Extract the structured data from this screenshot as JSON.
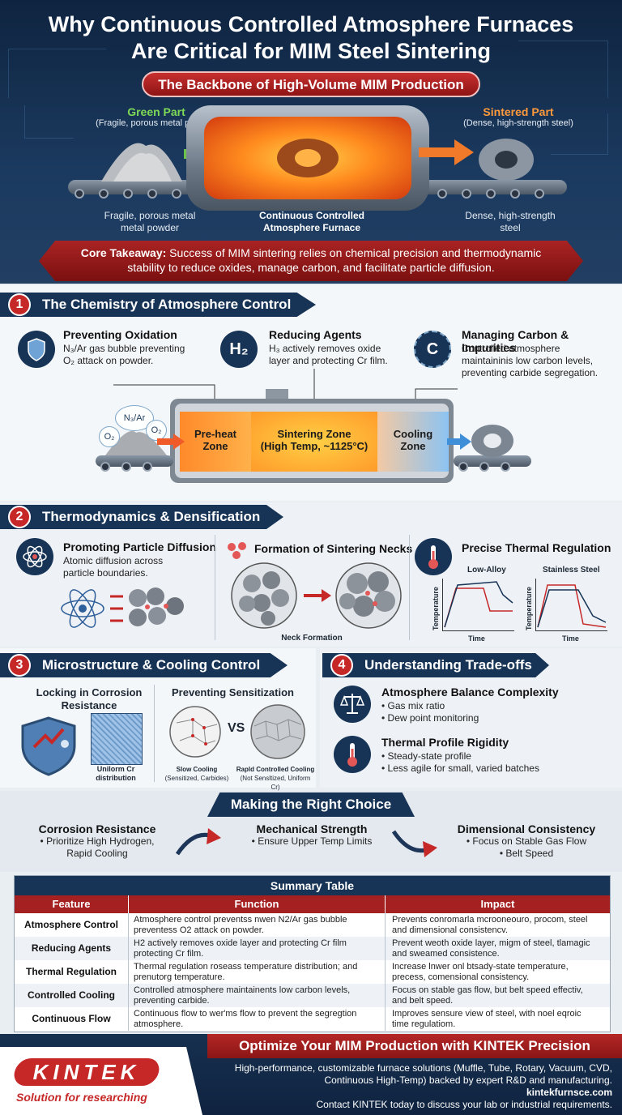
{
  "hero": {
    "title_line1": "Why Continuous Controlled Atmosphere Furnaces",
    "title_line2": "Are Critical for MIM Steel Sintering",
    "ribbon": "The Backbone of High-Volume MIM Production",
    "green_part": {
      "label": "Green Part",
      "sub": "(Fragile, porous metal powder)"
    },
    "sintered_part": {
      "label": "Sintered Part",
      "sub": "(Dense, high-strength steel)"
    },
    "caption_left_1": "Fragile, porous metal",
    "caption_left_2": "metal powder",
    "caption_mid_1": "Continuous Controlled",
    "caption_mid_2": "Atmosphere Furnace",
    "caption_right_1": "Dense, high-strength",
    "caption_right_2": "steel",
    "takeaway_label": "Core Takeaway:",
    "takeaway_text_1": " Success of MIM sintering relies on chemical precision and thermodynamic",
    "takeaway_text_2": "stability to reduce oxides, manage carbon, and facilitate particle diffusion."
  },
  "section1": {
    "number": "1",
    "title": "The Chemistry of Atmosphere Control",
    "items": [
      {
        "title": "Preventing Oxidation",
        "line1": "N₃/Ar gas bubble preventing",
        "line2": "O₂ attack on powder.",
        "line3": ""
      },
      {
        "title": "Reducing Agents",
        "line1": "H₃ actively removes oxide",
        "line2": "layer and protecting Cr film.",
        "line3": "",
        "icon_text": "H₂"
      },
      {
        "title": "Managing Carbon & Impurities",
        "line1": "Controlled atmosphere",
        "line2": "maintaininis low carbon levels,",
        "line3": "preventing carbide segregation.",
        "icon_text": "C"
      }
    ],
    "gas_labels": {
      "n2ar": "N₃/Ar",
      "o2a": "O₂",
      "o2b": "O₂"
    },
    "zones": {
      "preheat_1": "Pre-heat",
      "preheat_2": "Zone",
      "sinter_1": "Sintering Zone",
      "sinter_2": "(High Temp, ~1125°C)",
      "cool_1": "Cooling",
      "cool_2": "Zone"
    }
  },
  "section2": {
    "number": "2",
    "title": "Thermodynamics & Densification",
    "diffusion": {
      "title": "Promoting Particle Diffusion",
      "line1": "Atomic diffusion across",
      "line2": "particle boundaries."
    },
    "necks": {
      "title": "Formation of Sintering Necks",
      "caption": "Neck Formation"
    },
    "thermal": {
      "title": "Precise Thermal Regulation",
      "chart1": "Low-Alloy",
      "chart2": "Stainless Steel",
      "ylabel": "Temperature",
      "xlabel": "Time"
    }
  },
  "section3": {
    "number": "3",
    "title": "Microstructure & Cooling Control",
    "lock_title_1": "Locking in Corrosion",
    "lock_title_2": "Resistance",
    "lock_caption_1": "Unilorm Cr",
    "lock_caption_2": "distribution",
    "sens_title": "Preventing Sensitization",
    "vs": "VS",
    "slow_1": "Slow Cooling",
    "slow_2": "(Sensitized, Carbides)",
    "rapid_1": "Rapld Controlled Cooling",
    "rapid_2": "(Not Sensltized, Uniform Cr)"
  },
  "section4": {
    "number": "4",
    "title": "Understanding Trade-offs",
    "balance": {
      "title": "Atmosphere Balance Complexity",
      "b1": "Gas mix ratio",
      "b2": "Dew point monitoring"
    },
    "rigidity": {
      "title": "Thermal Profile Rigidity",
      "b1": "Steady-state profile",
      "b2": "Less agile for small, varied batches"
    }
  },
  "choice": {
    "title": "Making the Right Choice",
    "c1": {
      "title": "Corrosion Resistance",
      "b1": "Prioritize High Hydrogen,",
      "b2": "Rapid Cooling"
    },
    "c2": {
      "title": "Mechanical Strength",
      "b1": "Ensure Upper Temp Limits"
    },
    "c3": {
      "title": "Dimensional Consistency",
      "b1": "Focus on Stable Gas Flow",
      "b2": "Belt Speed"
    }
  },
  "table": {
    "title": "Summary Table",
    "headers": [
      "Feature",
      "Function",
      "Impact"
    ],
    "rows": [
      {
        "feature": "Atmosphere Control",
        "function_1": "Atmosphere control preventss nwen N2/Ar gas bubble",
        "function_2": "preventess O2 attack on powder.",
        "impact_1": "Prevents conromarla mcrooneouro, procom, steel",
        "impact_2": "and dimensional consistencv."
      },
      {
        "feature": "Reducing Agents",
        "function_1": "H2 actively removes oxide layer and protecting Cr film",
        "function_2": "protecting Cr film.",
        "impact_1": "Prevent weoth oxide layer, migm of steel, tlamagic",
        "impact_2": "and sweamed consistence."
      },
      {
        "feature": "Thermal Regulation",
        "function_1": "Thermal regulation roseass temperature distribution; and",
        "function_2": "prenutorg temperature.",
        "impact_1": "Increase lnwer onl btsady-state temperature,",
        "impact_2": "precess, comensional consistency."
      },
      {
        "feature": "Controlled Cooling",
        "function_1": "Controlled atmosphere maintainents low carbon levels,",
        "function_2": "preventing carbide.",
        "impact_1": "Focus on stable gas flow, but belt speed effectiv,",
        "impact_2": "and belt speed."
      },
      {
        "feature": "Continuous Flow",
        "function_1": "Continuous flow to wer'ms flow to prevent the segregtion",
        "function_2": "atmosphere.",
        "impact_1": "Improves sensure view of steel, with noel eqroic",
        "impact_2": "time regulatiom."
      }
    ]
  },
  "footer": {
    "banner": "Optimize Your MIM Production with KINTEK Precision",
    "logo": "KINTEK",
    "tagline": "Solution for researching",
    "line1": "High-performance, customizable furnace solutions (Muffle, Tube, Rotary, Vacuum, CVD,",
    "line2": "Continuous High-Temp) backed by expert R&D and manufacturing.",
    "website": "kintekfurnsce.com",
    "contact": "Contact KINTEK today to discuss your lab or industrial requirements."
  },
  "colors": {
    "navy": "#173456",
    "red": "#c62828",
    "hot": "#ff8a1e",
    "cool": "#7ab8f0"
  }
}
